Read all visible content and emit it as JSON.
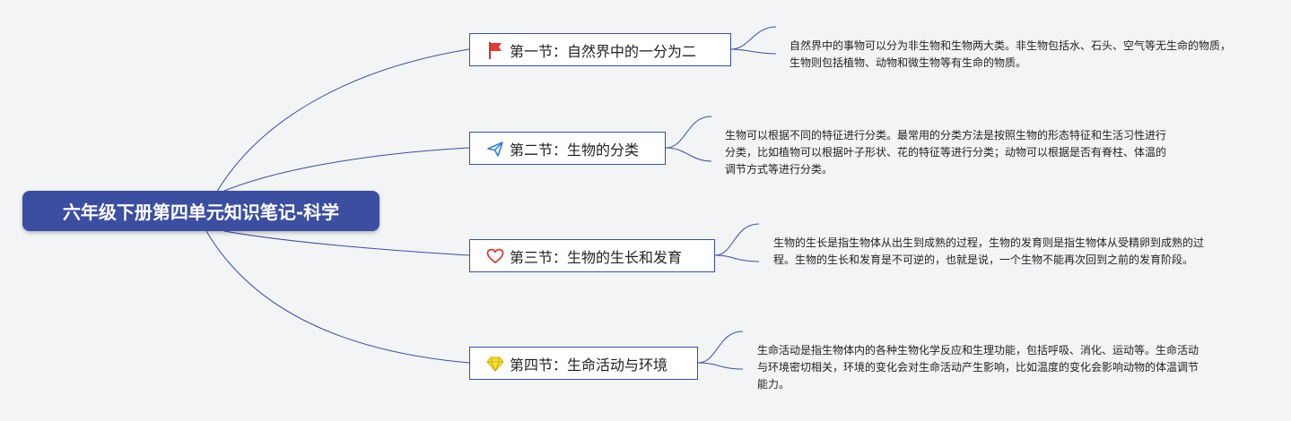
{
  "root": {
    "title": "六年级下册第四单元知识笔记-科学"
  },
  "topics": [
    {
      "label": "第一节：自然界中的一分为二",
      "icon": "red-flag-icon",
      "note": "自然界中的事物可以分为非生物和生物两大类。非生物包括水、石头、空气等无生命的物质，生物则包括植物、动物和微生物等有生命的物质。"
    },
    {
      "label": "第二节：生物的分类",
      "icon": "paper-plane-icon",
      "note": "生物可以根据不同的特征进行分类。最常用的分类方法是按照生物的形态特征和生活习性进行分类，比如植物可以根据叶子形状、花的特征等进行分类；动物可以根据是否有脊柱、体温的调节方式等进行分类。"
    },
    {
      "label": "第三节：生物的生长和发育",
      "icon": "heart-icon",
      "note": "生物的生长是指生物体从出生到成熟的过程，生物的发育则是指生物体从受精卵到成熟的过程。生物的生长和发育是不可逆的，也就是说，一个生物不能再次回到之前的发育阶段。"
    },
    {
      "label": "第四节：生命活动与环境",
      "icon": "diamond-icon",
      "note": "生命活动是指生物体内的各种生物化学反应和生理功能，包括呼吸、消化、运动等。生命活动与环境密切相关，环境的变化会对生命活动产生影响，比如温度的变化会影响动物的体温调节能力。"
    }
  ],
  "colors": {
    "root_bg": "#3b4ea0",
    "line": "#3b4ea0",
    "background": "#f2f4f5"
  }
}
